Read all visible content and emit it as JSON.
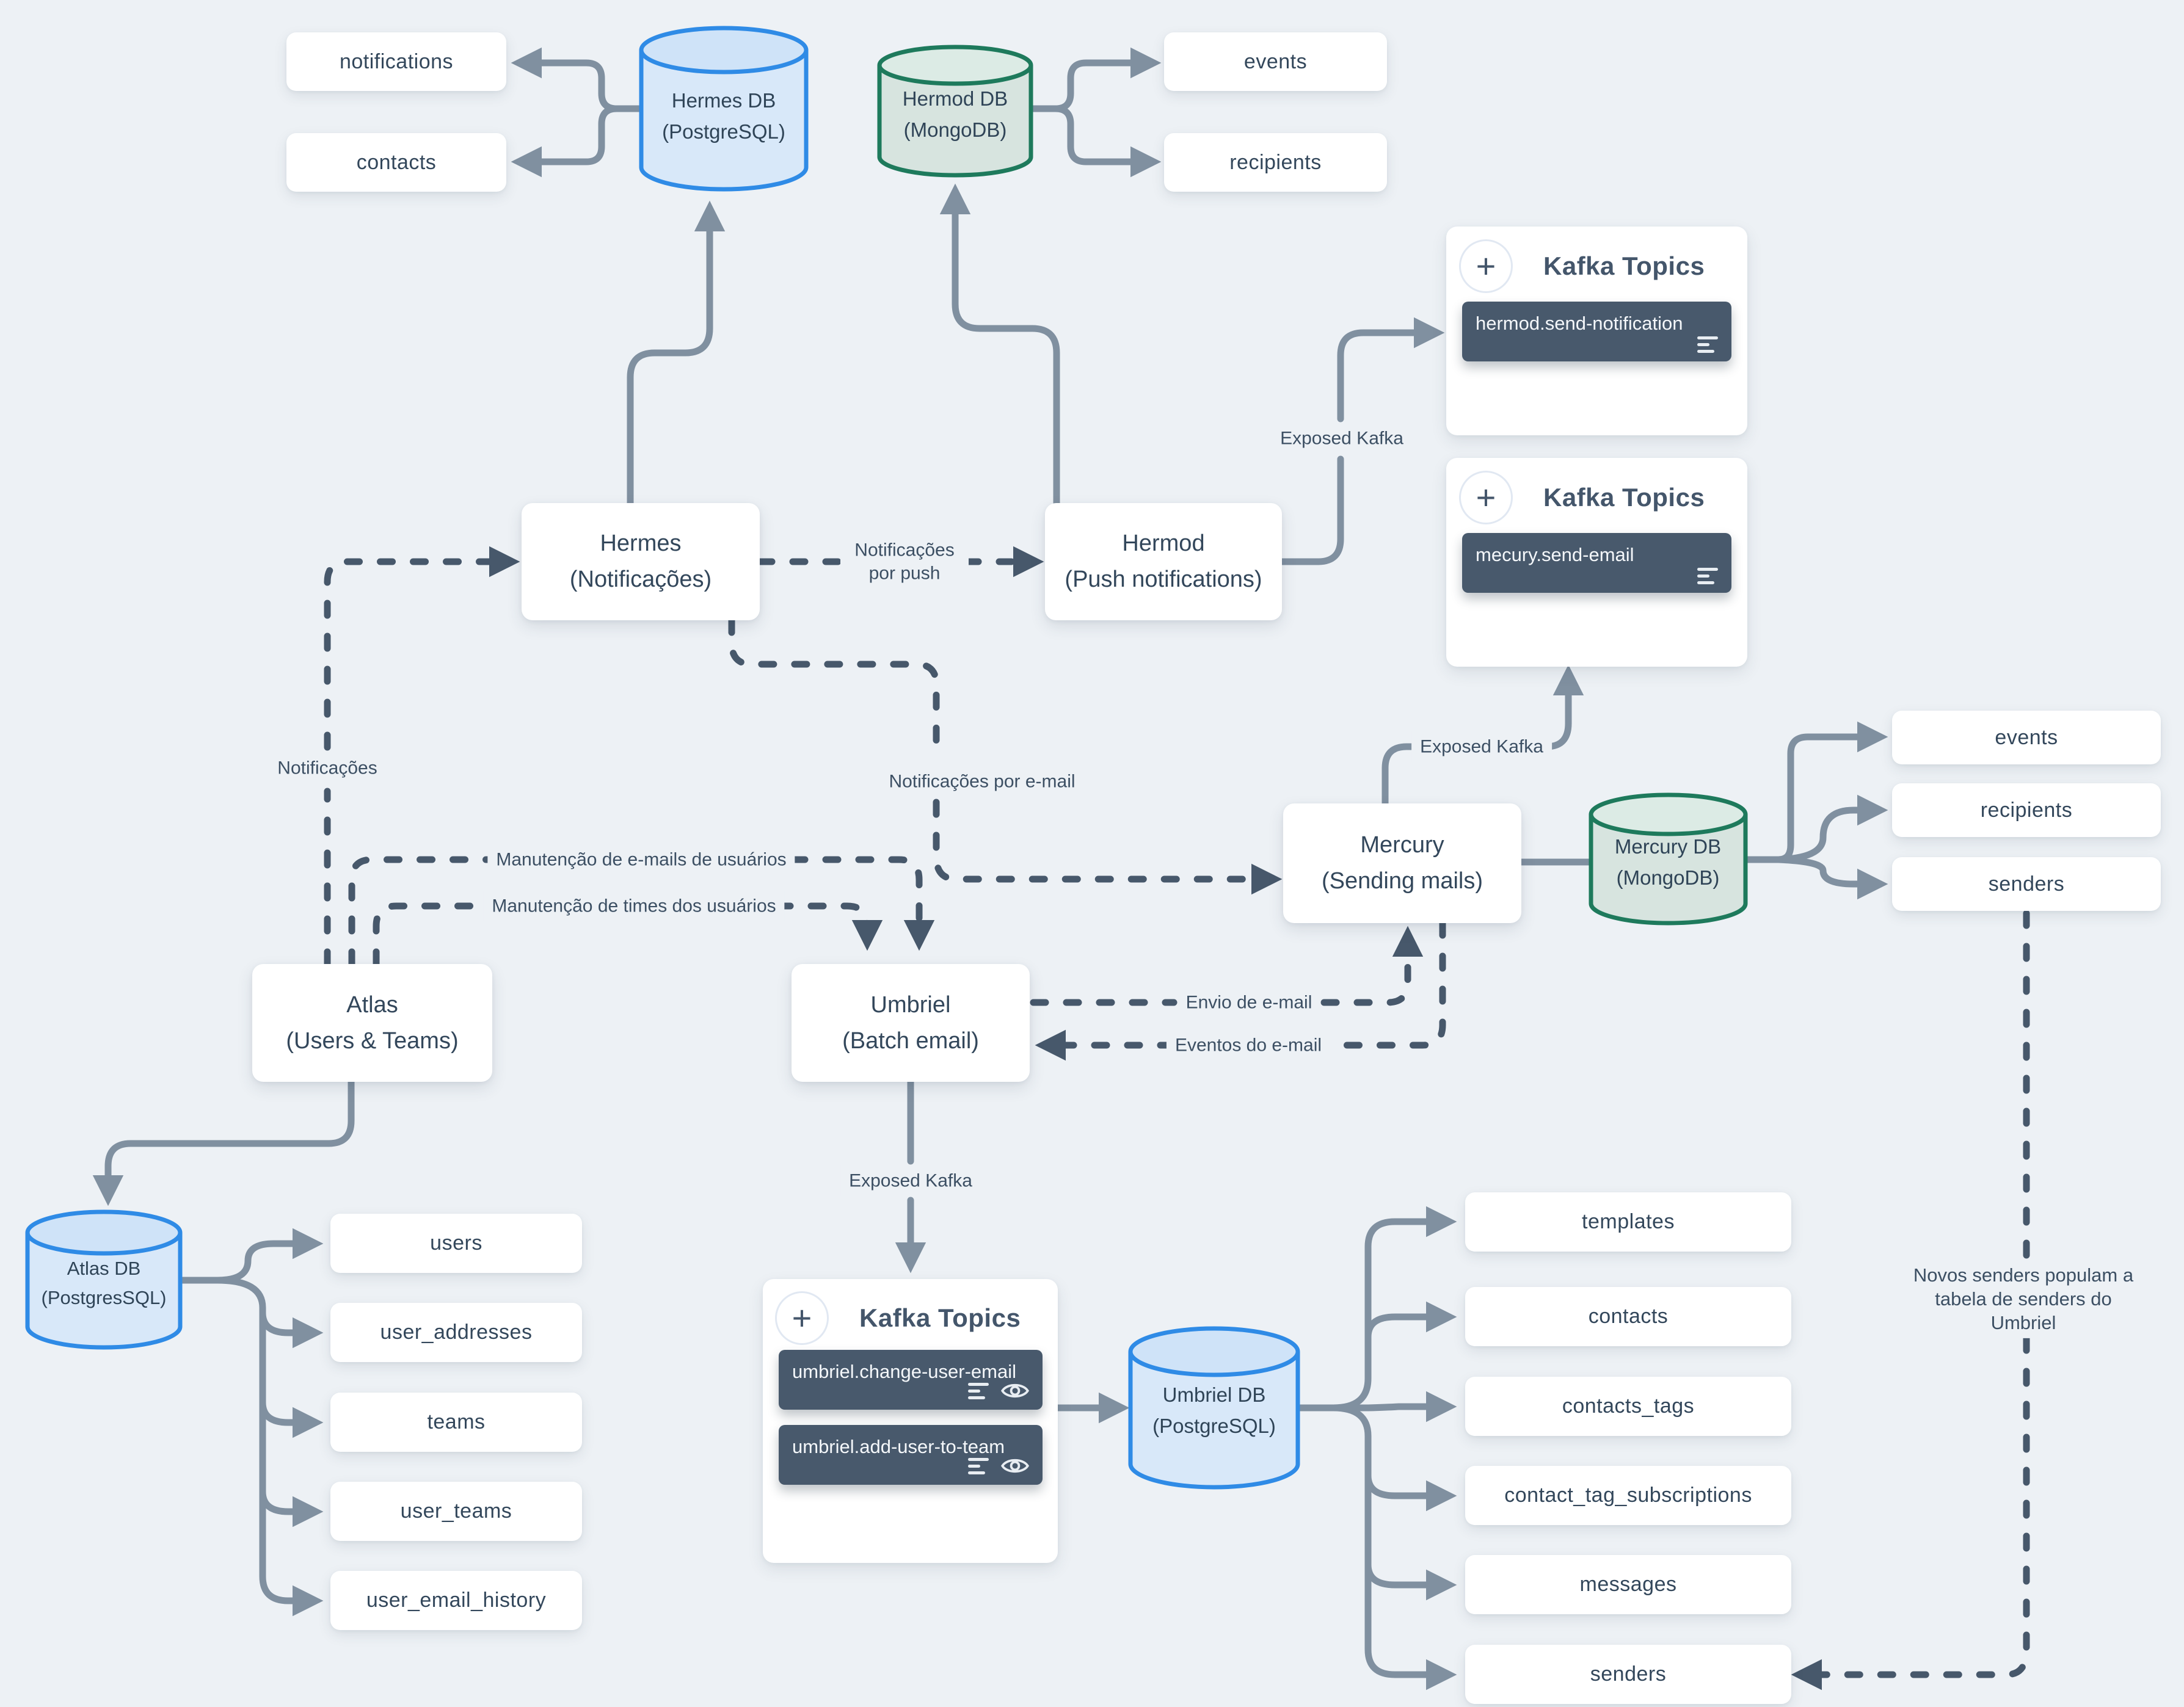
{
  "colors": {
    "bg": "#edf1f5",
    "ink": "#33475b",
    "line": "#8090a0",
    "dash": "#47586b",
    "chip-bg": "#48596c",
    "chip-ink": "#f4f7fa",
    "blue-stroke": "#2f8be6",
    "blue-fill": "#d8e8f9",
    "blue-top": "#cfe3f8",
    "green-stroke": "#1e7a5c",
    "green-fill": "#d7e4df",
    "green-top": "#dcebe5"
  },
  "icons": {
    "plus": "+"
  },
  "services": {
    "hermes": {
      "name": "Hermes",
      "desc": "(Notificações)"
    },
    "hermod": {
      "name": "Hermod",
      "desc": "(Push notifications)"
    },
    "mercury": {
      "name": "Mercury",
      "desc": "(Sending mails)"
    },
    "atlas": {
      "name": "Atlas",
      "desc": "(Users & Teams)"
    },
    "umbriel": {
      "name": "Umbriel",
      "desc": "(Batch email)"
    }
  },
  "databases": {
    "hermes_db": {
      "name": "Hermes DB",
      "engine": "(PostgreSQL)"
    },
    "hermod_db": {
      "name": "Hermod DB",
      "engine": "(MongoDB)"
    },
    "mercury_db": {
      "name": "Mercury DB",
      "engine": "(MongoDB)"
    },
    "atlas_db": {
      "name": "Atlas DB",
      "engine": "(PostgresSQL)"
    },
    "umbriel_db": {
      "name": "Umbriel DB",
      "engine": "(PostgreSQL)"
    }
  },
  "tables": {
    "hermes_db": [
      "notifications",
      "contacts"
    ],
    "hermod_db": [
      "events",
      "recipients"
    ],
    "mercury_db": [
      "events",
      "recipients",
      "senders"
    ],
    "atlas_db": [
      "users",
      "user_addresses",
      "teams",
      "user_teams",
      "user_email_history"
    ],
    "umbriel_db": [
      "templates",
      "contacts",
      "contacts_tags",
      "contact_tag_subscriptions",
      "messages",
      "senders"
    ]
  },
  "kafka_panels": [
    {
      "title": "Kafka Topics",
      "topics": [
        "hermod.send-notification"
      ]
    },
    {
      "title": "Kafka Topics",
      "topics": [
        "mecury.send-email"
      ]
    },
    {
      "title": "Kafka Topics",
      "topics": [
        "umbriel.change-user-email",
        "umbriel.add-user-to-team"
      ]
    }
  ],
  "edge_labels": {
    "push": "Notificações por push",
    "exposed_kafka_hermod": "Exposed Kafka",
    "exposed_kafka_mercury": "Exposed Kafka",
    "exposed_kafka_umbriel": "Exposed Kafka",
    "notificacoes": "Notificações",
    "por_email": "Notificações por e-mail",
    "manutencao_emails": "Manutenção de e-mails de usuários",
    "manutencao_times": "Manutenção de times dos usuários",
    "envio": "Envio de e-mail",
    "eventos": "Eventos do e-mail",
    "novos_senders": "Novos senders populam a tabela de senders do Umbriel"
  }
}
